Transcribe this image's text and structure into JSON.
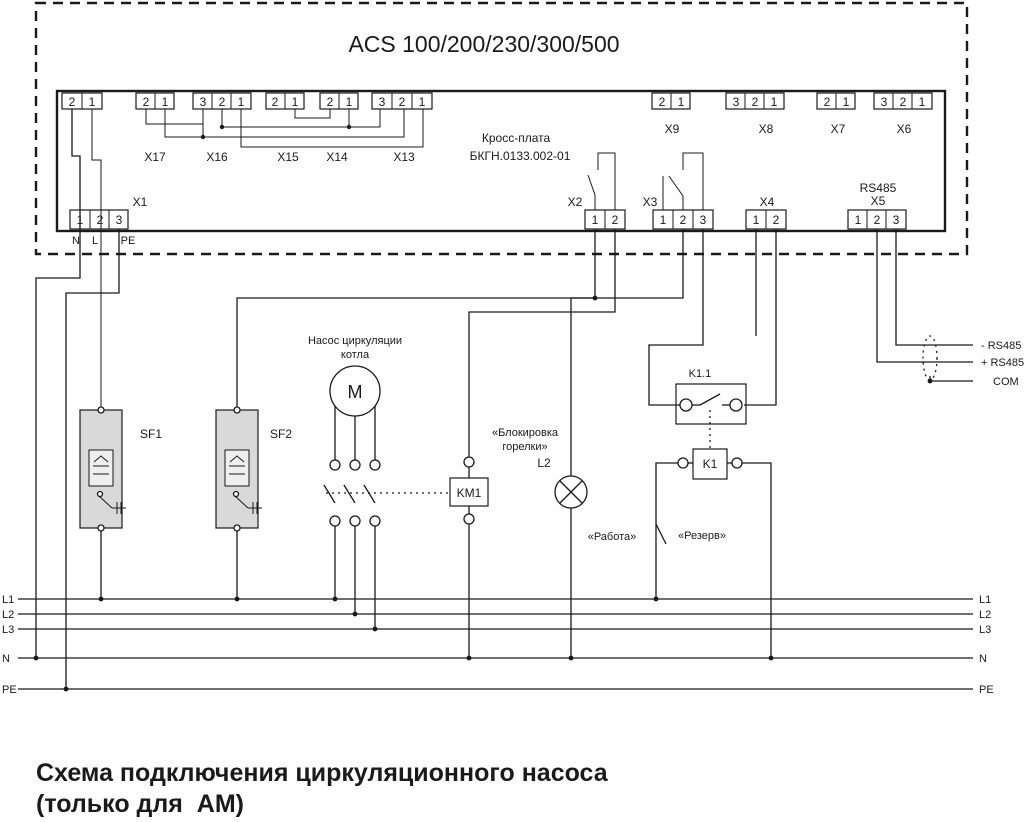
{
  "title": "ACS 100/200/230/300/500",
  "cross_board": {
    "label": "Кросс-плата",
    "code": "БКГН.0133.002-01"
  },
  "connectors": {
    "x1": "X1",
    "x2": "X2",
    "x3": "X3",
    "x4": "X4",
    "x5": "X5",
    "x6": "X6",
    "x7": "X7",
    "x8": "X8",
    "x9": "X9",
    "x13": "X13",
    "x14": "X14",
    "x15": "X15",
    "x16": "X16",
    "x17": "X17",
    "rs485_header": "RS485"
  },
  "pins": {
    "p1": "1",
    "p2": "2",
    "p3": "3"
  },
  "x1_terminals": {
    "n": "N",
    "l": "L",
    "pe": "PE"
  },
  "components": {
    "pump_label_line1": "Насос циркуляции",
    "pump_label_line2": "котла",
    "motor": "M",
    "contactor": "KM1",
    "breaker1": "SF1",
    "breaker2": "SF2",
    "lamp_label_line1": "«Блокировка",
    "lamp_label_line2": "горелки»",
    "lamp": "L2",
    "relay_contact": "K1.1",
    "relay_coil": "K1",
    "work": "«Работа»",
    "reserve": "«Резерв»"
  },
  "bus_lines": [
    "L1",
    "L2",
    "L3",
    "N",
    "PE"
  ],
  "rs485_terminals": [
    "- RS485",
    "+ RS485",
    "COM"
  ],
  "caption": {
    "line1": "Схема подключения циркуляционного насоса",
    "line2": "(только для  AM)"
  }
}
